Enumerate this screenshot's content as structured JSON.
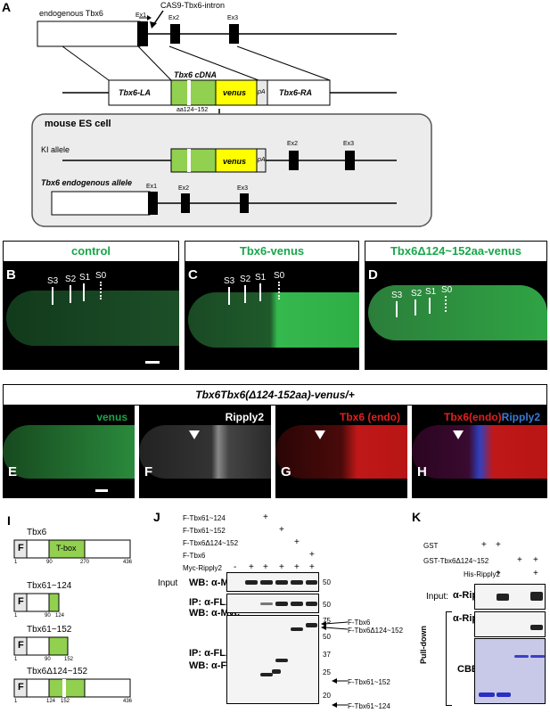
{
  "panels": {
    "A": "A",
    "B": "B",
    "C": "C",
    "D": "D",
    "E": "E",
    "F": "F",
    "G": "G",
    "H": "H",
    "I": "I",
    "J": "J",
    "K": "K"
  },
  "panelA": {
    "endogenous_label": "endogenous Tbx6",
    "cas9_label": "CAS9-Tbx6-intron",
    "ex1": "Ex1",
    "ex2": "Ex2",
    "ex3": "Ex3",
    "cdna_label": "Tbx6 cDNA",
    "la": "Tbx6-LA",
    "ra": "Tbx6-RA",
    "venus": "venus",
    "pa": "pA",
    "aa": "aa124~152",
    "es_title": "mouse ES cell",
    "ki": "KI allele",
    "endo_allele": "Tbx6 endogenous allele"
  },
  "row1": {
    "titles": [
      "control",
      "Tbx6-venus",
      "Tbx6Δ124~152aa-venus"
    ],
    "somites": [
      "S3",
      "S2",
      "S1",
      "S0"
    ]
  },
  "row2": {
    "title": "Tbx6Tbx6(Δ124-152aa)-venus/+",
    "e_ch": "venus",
    "f_ch": "Ripply2",
    "g_ch": "Tbx6 (endo)",
    "h_ch1": "Tbx6(endo)",
    "h_ch2": "Ripply2"
  },
  "panelI": {
    "constructs": [
      {
        "name": "Tbx6",
        "f": "F",
        "box": "T-box",
        "ticks": [
          "1",
          "90",
          "270",
          "436"
        ]
      },
      {
        "name": "Tbx61~124",
        "f": "F",
        "ticks": [
          "1",
          "90",
          "124"
        ]
      },
      {
        "name": "Tbx61~152",
        "f": "F",
        "ticks": [
          "1",
          "90",
          "152"
        ]
      },
      {
        "name": "Tbx6Δ124~152",
        "f": "F",
        "ticks": [
          "1",
          "124",
          "152",
          "436"
        ]
      }
    ]
  },
  "panelJ": {
    "rows": [
      "F-Tbx61~124",
      "F-Tbx61~152",
      "F-Tbx6Δ124~152",
      "F-Tbx6",
      "Myc-Ripply2"
    ],
    "signs": [
      "-",
      "+",
      "+",
      "+",
      "+",
      "+"
    ],
    "input": "Input",
    "wb_myc": "WB: α-Myc",
    "ip": "IP: α-FLAG",
    "wb_flag": "WB: α-FLAG",
    "mw": [
      "50",
      "50",
      "75",
      "50",
      "37",
      "25",
      "20"
    ],
    "arrows": [
      "F-Tbx6",
      "F-Tbx6Δ124~152",
      "F-Tbx61~152",
      "F-Tbx61~124"
    ]
  },
  "panelK": {
    "rows": [
      "GST",
      "GST-Tbx6Δ124~152",
      "His-Ripply2"
    ],
    "input": "Input:",
    "antibody": "α-Ripply2",
    "cbb": "CBB",
    "pulldown": "Pull-down"
  },
  "colors": {
    "green": "#19a64b",
    "red": "#e02020",
    "blue": "#3a7bd5",
    "venus": "#ffff00",
    "cdna": "#92d050"
  }
}
